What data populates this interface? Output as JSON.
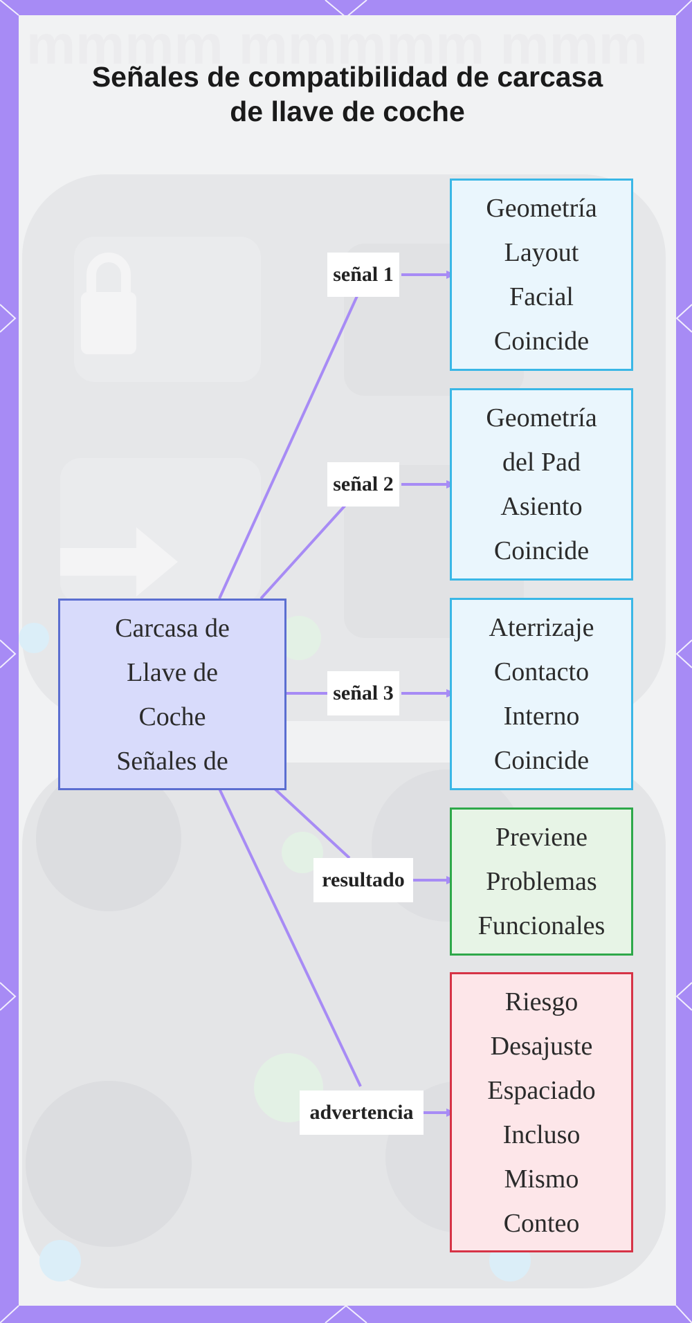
{
  "title": {
    "line1": "Señales de compatibilidad de carcasa",
    "line2": "de llave de coche"
  },
  "colors": {
    "frame": "#a78bf5",
    "edge": "#a78bf5",
    "center_fill": "#d8dbfb",
    "center_border": "#5b6ed0",
    "signal_fill": "#eaf6fd",
    "signal_border": "#3ab7e6",
    "result_fill": "#e7f4e6",
    "result_border": "#2ea84a",
    "warning_fill": "#fde6e9",
    "warning_border": "#d63346"
  },
  "center_node": {
    "lines": [
      "Carcasa de",
      "Llave de",
      "Coche",
      "Señales de"
    ]
  },
  "edge_labels": {
    "signal1": "señal 1",
    "signal2": "señal 2",
    "signal3": "señal 3",
    "result": "resultado",
    "warning": "advertencia"
  },
  "nodes": {
    "signal1": {
      "lines": [
        "Geometría",
        "Layout",
        "Facial",
        "Coincide"
      ]
    },
    "signal2": {
      "lines": [
        "Geometría",
        "del Pad",
        "Asiento",
        "Coincide"
      ]
    },
    "signal3": {
      "lines": [
        "Aterrizaje",
        "Contacto",
        "Interno",
        "Coincide"
      ]
    },
    "result": {
      "lines": [
        "Previene",
        "Problemas",
        "Funcionales"
      ]
    },
    "warning": {
      "lines": [
        "Riesgo",
        "Desajuste",
        "Espaciado",
        "Incluso",
        "Mismo",
        "Conteo"
      ]
    }
  }
}
